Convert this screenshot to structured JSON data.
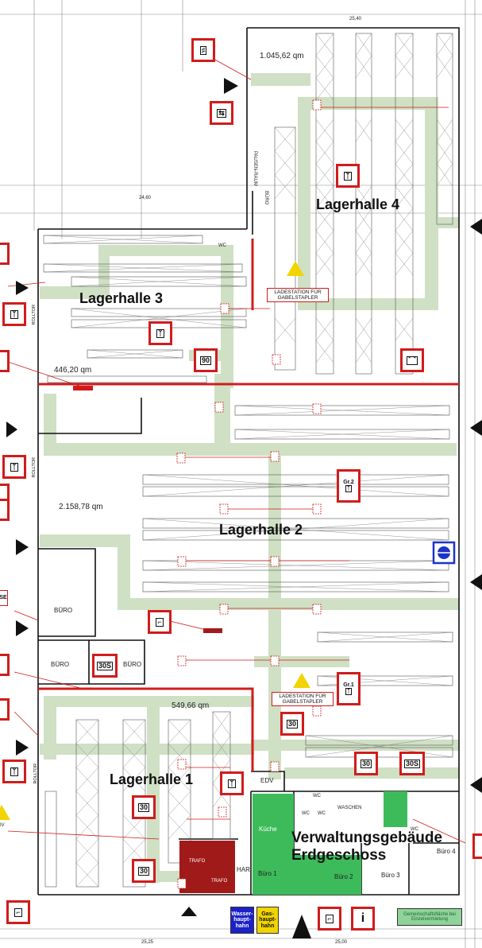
{
  "halls": {
    "h1": "Lagerhalle 1",
    "h2": "Lagerhalle 2",
    "h3": "Lagerhalle 3",
    "h4": "Lagerhalle 4",
    "admin": "Verwaltungsgebäude Erdgeschoss"
  },
  "areas": {
    "h4": "1.045,62 qm",
    "h3": "446,20 qm",
    "h2": "2.158,78 qm",
    "h1": "549,66 qm"
  },
  "rooms": {
    "buero": "BÜRO",
    "pausenraum": "PAUSEN-RAUM",
    "wc": "WC",
    "edv": "EDV",
    "kueche": "Küche",
    "waschen": "WASCHEN",
    "har": "HAR",
    "trafo": "TRAFO",
    "buero1": "Büro 1",
    "buero2": "Büro 2",
    "buero3": "Büro 3",
    "buero4": "Büro 4",
    "rolltor": "ROLLTOR"
  },
  "charging": {
    "label": "LADESTATION FÜR GABELSTAPLER"
  },
  "symbols": {
    "sym90": "90",
    "sym30": "30",
    "sym30s": "30S",
    "gr1": "Gr.1",
    "gr2": "Gr.2",
    "info": "i"
  },
  "utilities": {
    "water": "Wasser-haupt-hahn",
    "gas": "Gas-haupt-hahn"
  },
  "legend": {
    "shared": "Gemeinschaftsfläche bei Einzelvermietung"
  },
  "dimensions": {
    "top": "25,40",
    "mid": "24,60",
    "bottom_left": "25,25",
    "bottom_right": "25,00"
  },
  "edge_labels": {
    "se": "SE",
    "iv": "IV"
  },
  "colors": {
    "wall": "#d01c1c",
    "path": "#cfe0c4",
    "kitchen": "#3dbb5a",
    "trafo": "#a11a1a",
    "water": "#1c22c8",
    "gas": "#f2d400",
    "legend": "#8fd39a",
    "hydrant": "#1c34c8"
  }
}
